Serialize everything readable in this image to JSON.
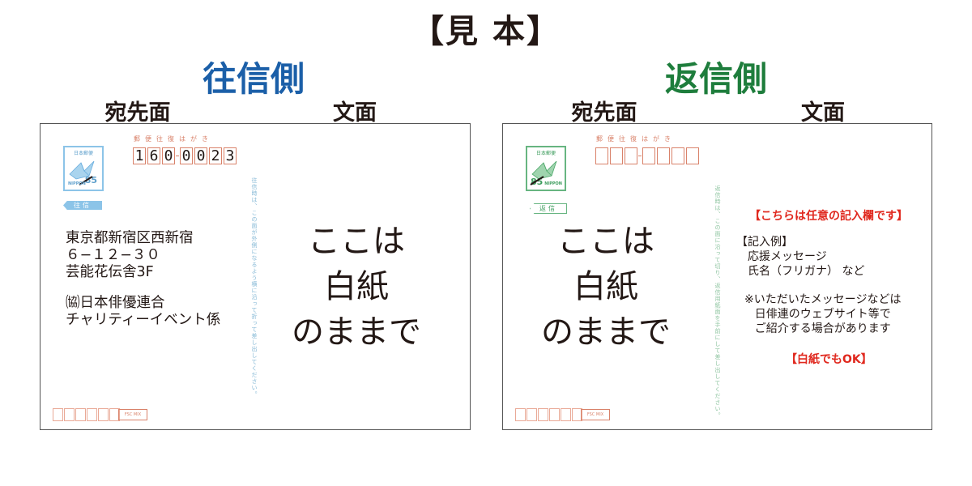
{
  "title": "【見 本】",
  "sides": {
    "outgoing": {
      "heading": "往信側",
      "color": "#1b5fa8",
      "address_label": "宛先面",
      "text_label": "文面",
      "postcard_header": "郵便往復はがき",
      "zip_digits": [
        "1",
        "6",
        "0",
        "0",
        "0",
        "2",
        "3"
      ],
      "stamp_label": "日本郵便",
      "stamp_country": "NIPPON",
      "stamp_value": "85",
      "stamp_tag": "往信",
      "address_lines": [
        "東京都新宿区西新宿",
        "６−１２−３０",
        "芸能花伝舎3F"
      ],
      "recipient_lines": [
        "㈿日本俳優連合",
        "チャリティーイベント係"
      ],
      "vertical_note": "往信時は、この面が外側になるよう横に沿って折って差し出してください。",
      "blank_lines": [
        "ここは",
        "白紙",
        "のままで"
      ],
      "fsc": "FSC MIX"
    },
    "reply": {
      "heading": "返信側",
      "color": "#1e7d3c",
      "address_label": "宛先面",
      "text_label": "文面",
      "postcard_header": "郵便往復はがき",
      "stamp_label": "日本郵便",
      "stamp_country": "NIPPON",
      "stamp_value": "85",
      "stamp_tag": "返信",
      "blank_lines": [
        "ここは",
        "白紙",
        "のままで"
      ],
      "vertical_note": "返信時は、この面に沿って切り、返信用紙面を手前にして差し出してください。",
      "optional_heading": "【こちらは任意の記入欄です】",
      "example_lines": [
        "【記入例】",
        "　応援メッセージ",
        "　氏名（フリガナ） など"
      ],
      "notice_lines": [
        "※いただいたメッセージなどは",
        "日俳連のウェブサイト等で",
        "ご紹介する場合があります"
      ],
      "blank_ok": "【白紙でもOK】",
      "fsc": "FSC MIX"
    }
  }
}
